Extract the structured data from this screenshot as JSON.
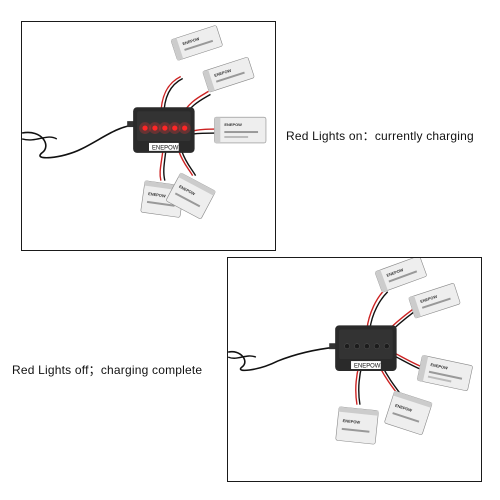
{
  "captions": {
    "top": "Red Lights on：currently charging",
    "bottom": "Red Lights off；charging complete"
  },
  "hub": {
    "brand_label": "ENEPOW"
  },
  "battery_brand": "ENEPOW",
  "colors": {
    "led_on": "#ff2222",
    "led_off": "#1c1c1c",
    "hub_body": "#2a2a2a",
    "battery_wrap": "#eeeeee",
    "wire_red": "#cc2222",
    "wire_black": "#111111",
    "frame_border": "#1a1a1a"
  }
}
